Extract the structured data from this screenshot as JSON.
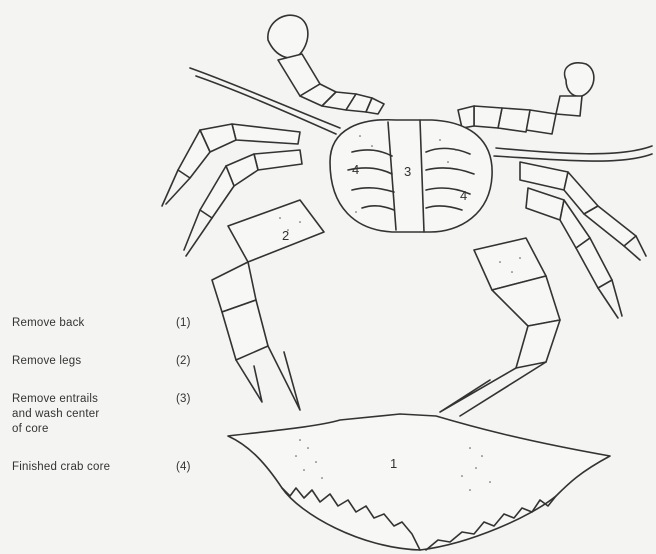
{
  "steps": [
    {
      "text": "Remove back",
      "index": "(1)"
    },
    {
      "text": "Remove legs",
      "index": "(2)"
    },
    {
      "text": "Remove entrails\nand wash center\nof core",
      "index": "(3)"
    },
    {
      "text": "Finished crab core",
      "index": "(4)"
    }
  ],
  "labels": {
    "shell": "1",
    "leg": "2",
    "center": "3",
    "core_left": "4",
    "core_right": "4"
  }
}
